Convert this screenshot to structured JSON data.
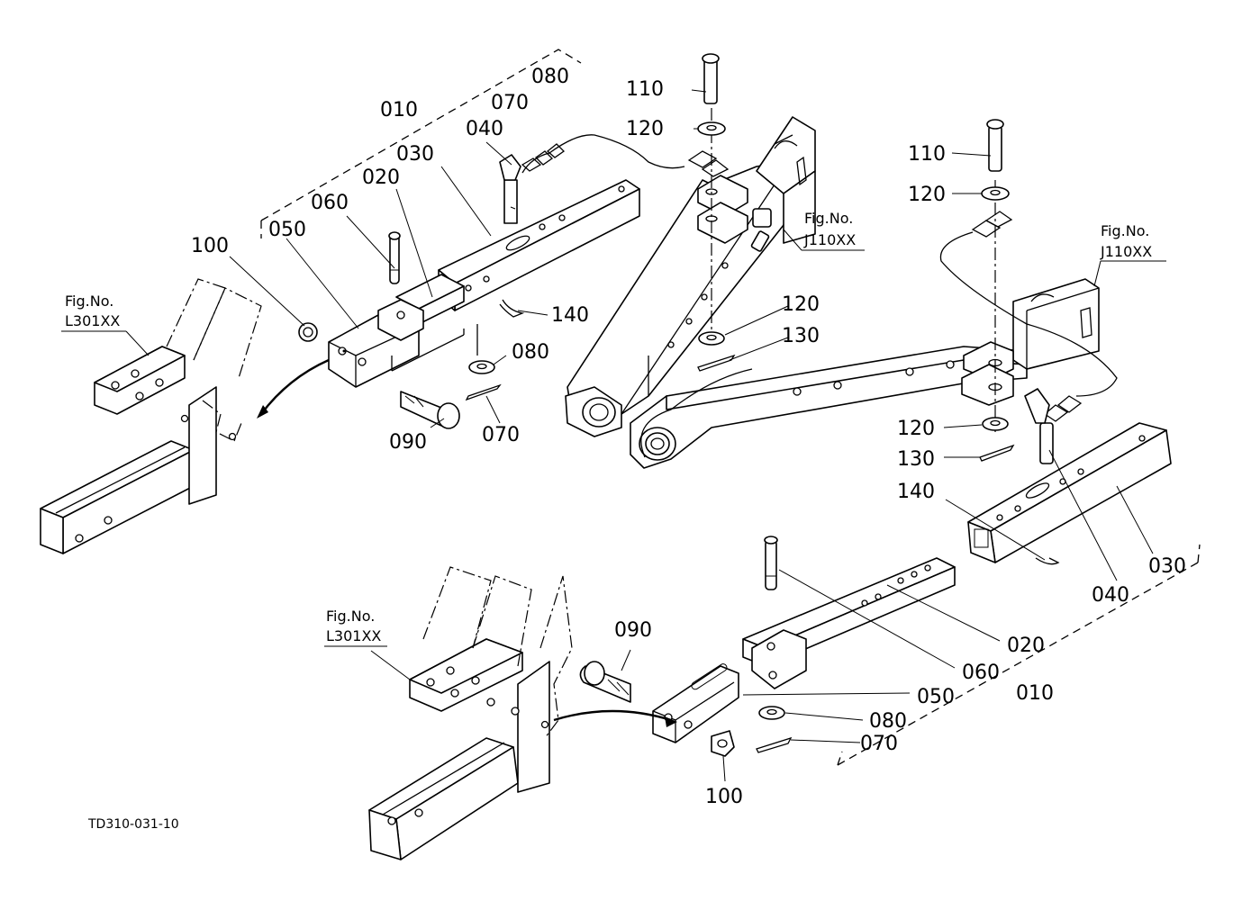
{
  "diagram": {
    "drawing_code": "TD310-031-10",
    "fig_refs": {
      "l301_top": [
        "Fig.No.",
        "L301XX"
      ],
      "j110_mid": [
        "Fig.No.",
        "J110XX"
      ],
      "j110_right": [
        "Fig.No.",
        "J110XX"
      ],
      "l301_bottom": [
        "Fig.No.",
        "L301XX"
      ]
    },
    "callouts_upper_left": {
      "c010": "010",
      "c020": "020",
      "c030": "030",
      "c040": "040",
      "c050": "050",
      "c060": "060",
      "c070a": "070",
      "c080a": "080",
      "c100": "100",
      "c140": "140",
      "c080b": "080",
      "c090": "090",
      "c070b": "070"
    },
    "callouts_center": {
      "c110": "110",
      "c120a": "120",
      "c120b": "120",
      "c130": "130"
    },
    "callouts_right": {
      "c110": "110",
      "c120a": "120",
      "c120b": "120",
      "c130": "130",
      "c140": "140",
      "c040": "040",
      "c030": "030"
    },
    "callouts_bottom": {
      "c090": "090",
      "c020": "020",
      "c060": "060",
      "c050": "050",
      "c010": "010",
      "c080": "080",
      "c070": "070",
      "c100": "100"
    }
  }
}
